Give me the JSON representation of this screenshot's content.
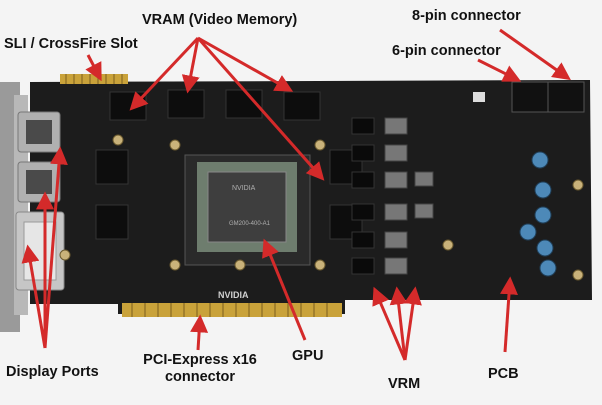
{
  "labels": {
    "vram": "VRAM (Video Memory)",
    "sli": "SLI / CrossFire Slot",
    "eight_pin": "8-pin connector",
    "six_pin": "6-pin connector",
    "display_ports": "Display Ports",
    "pcie_line1": "PCI-Express x16",
    "pcie_line2": "connector",
    "gpu": "GPU",
    "vrm": "VRM",
    "pcb": "PCB"
  },
  "chip_marking": {
    "line1": "NVIDIA",
    "line2": "GM200-400-A1"
  },
  "brand_logo": "NVIDIA",
  "colors": {
    "pcb": "#1c1c1c",
    "arrow": "#d42a2a",
    "gold": "#c9a23a",
    "background": "#f4f4f4"
  }
}
